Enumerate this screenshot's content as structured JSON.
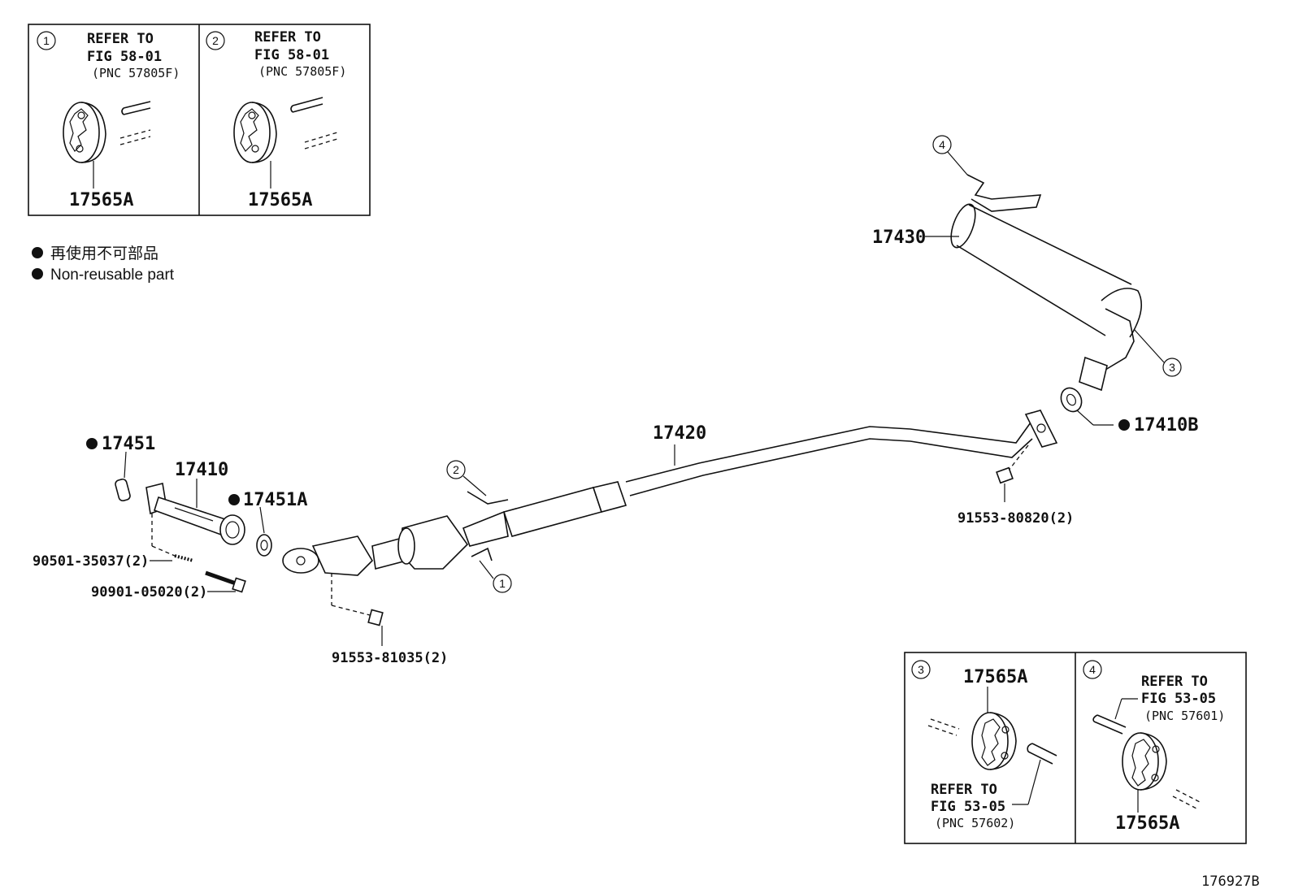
{
  "figure_id": "176927B",
  "legend": {
    "japanese": "再使用不可部品",
    "english": "Non-reusable part"
  },
  "insets": [
    {
      "num": "1",
      "refer": "REFER TO",
      "fig": "FIG 58-01",
      "pnc": "(PNC 57805F)",
      "part": "17565A"
    },
    {
      "num": "2",
      "refer": "REFER TO",
      "fig": "FIG 58-01",
      "pnc": "(PNC 57805F)",
      "part": "17565A"
    },
    {
      "num": "3",
      "part": "17565A",
      "refer": "REFER TO",
      "fig": "FIG 53-05",
      "pnc": "(PNC 57602)"
    },
    {
      "num": "4",
      "refer": "REFER TO",
      "fig": "FIG 53-05",
      "pnc": "(PNC 57601)",
      "part": "17565A"
    }
  ],
  "parts": {
    "p17451": "17451",
    "p17410": "17410",
    "p17451A": "17451A",
    "p17420": "17420",
    "p17430": "17430",
    "p17410B": "17410B",
    "p90501": "90501-35037(2)",
    "p90901": "90901-05020(2)",
    "p91553a": "91553-81035(2)",
    "p91553b": "91553-80820(2)"
  },
  "callouts": {
    "c1": "1",
    "c2": "2",
    "c3": "3",
    "c4": "4"
  }
}
